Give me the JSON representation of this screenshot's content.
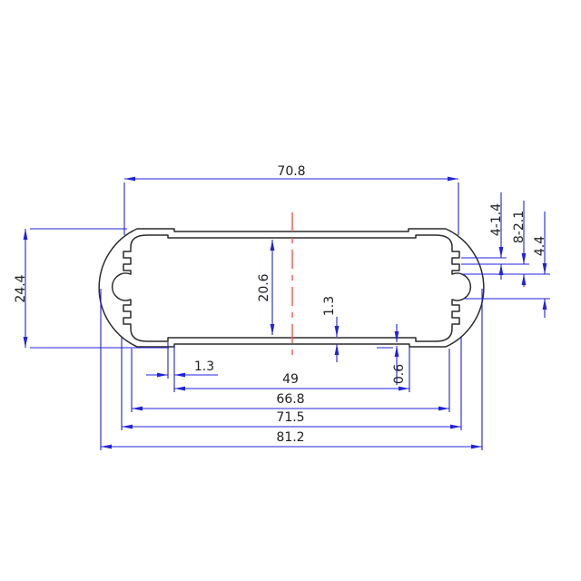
{
  "drawing": {
    "dimension_labels": {
      "top_width": "70.8",
      "overall_height": "24.4",
      "cavity_height": "20.6",
      "bottom_wall_thickness": "1.3",
      "bottom_step_offset": "1.3",
      "bottom_slot_width": "49",
      "bottom_step_depth": "0.6",
      "lower_width": "66.8",
      "bottom_width": "71.5",
      "overall_width": "81.2",
      "teeth_spec": "4-1.4",
      "groove_spec": "8-2.1",
      "screw_boss_opening": "4.4"
    },
    "colors": {
      "dimension_lines": "#2121dd",
      "profile_outline": "#2b2b2b",
      "centerline": "#ff5252",
      "label_text": "#1f1f1f",
      "background": "#ffffff"
    }
  }
}
